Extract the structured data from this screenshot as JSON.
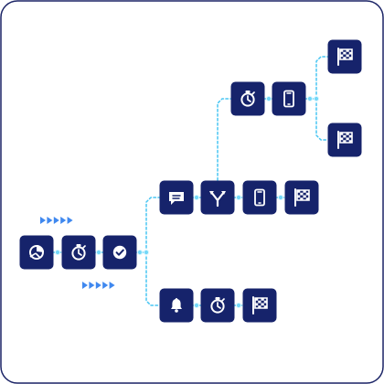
{
  "colors": {
    "frame": "#1b2466",
    "node_fill": "#16236b",
    "connector": "#49c6f3",
    "connector_dot": "#74d8f8",
    "chevron": "#3f88ef",
    "icon": "#ffffff"
  },
  "flow": {
    "nodes": [
      {
        "id": "start",
        "icon": "pie-chart-icon"
      },
      {
        "id": "timer-main",
        "icon": "stopwatch-icon"
      },
      {
        "id": "approval",
        "icon": "check-circle-icon"
      },
      {
        "id": "message",
        "icon": "chat-bubble-icon"
      },
      {
        "id": "split",
        "icon": "split-arrows-icon"
      },
      {
        "id": "mobile-branch-1",
        "icon": "mobile-phone-icon"
      },
      {
        "id": "finish-upper-middle",
        "icon": "checkered-flag-icon"
      },
      {
        "id": "timer-upper",
        "icon": "stopwatch-icon"
      },
      {
        "id": "mobile-branch-2",
        "icon": "mobile-phone-icon"
      },
      {
        "id": "finish-top",
        "icon": "checkered-flag-icon"
      },
      {
        "id": "finish-upper",
        "icon": "checkered-flag-icon"
      },
      {
        "id": "notify",
        "icon": "bell-icon"
      },
      {
        "id": "timer-lower",
        "icon": "stopwatch-icon"
      },
      {
        "id": "finish-lower",
        "icon": "checkered-flag-icon"
      }
    ],
    "decorations": [
      {
        "id": "chevron-group-upper",
        "icon": "chevron-arrows-icon",
        "count": 5
      },
      {
        "id": "chevron-group-lower",
        "icon": "chevron-arrows-icon",
        "count": 5
      }
    ]
  }
}
